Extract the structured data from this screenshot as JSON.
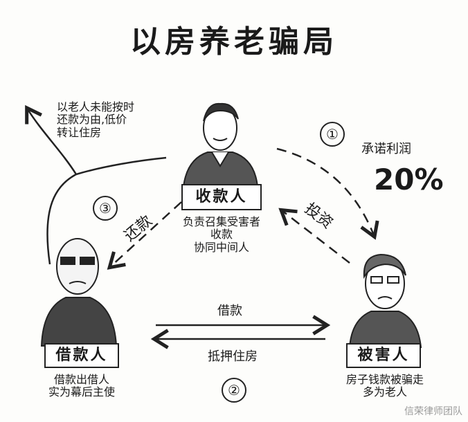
{
  "title": "以房养老骗局",
  "steps": [
    "①",
    "②",
    "③"
  ],
  "collector": {
    "label": "收款人",
    "desc": "负责召集受害者\n收款\n协同中间人"
  },
  "borrower": {
    "label": "借款人",
    "desc": "借款出借人\n实为幕后主使"
  },
  "victim": {
    "label": "被害人",
    "desc": "房子钱款被骗走\n多为老人"
  },
  "promise": {
    "label": "承诺利润",
    "value": "20%"
  },
  "flows": {
    "invest": "投资",
    "repay": "还款",
    "loan": "借款",
    "mortgage": "抵押住房"
  },
  "fork_note": "以老人未能按时\n还款为由,低价\n转让住房",
  "watermark": "信荣律师团队"
}
